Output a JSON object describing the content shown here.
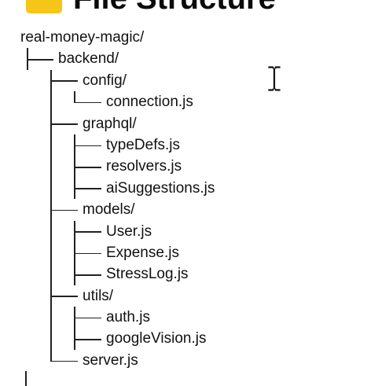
{
  "heading": {
    "icon": "folder-icon",
    "text": "File Structure"
  },
  "tree": {
    "root": "real-money-magic/",
    "rows": [
      {
        "label": "backend/",
        "depth": 1,
        "last": false,
        "type": "folder"
      },
      {
        "label": "config/",
        "depth": 2,
        "last": false,
        "type": "folder"
      },
      {
        "label": "connection.js",
        "depth": 3,
        "last": true,
        "type": "file"
      },
      {
        "label": "graphql/",
        "depth": 2,
        "last": false,
        "type": "folder"
      },
      {
        "label": "typeDefs.js",
        "depth": 3,
        "last": false,
        "type": "file"
      },
      {
        "label": "resolvers.js",
        "depth": 3,
        "last": false,
        "type": "file"
      },
      {
        "label": "aiSuggestions.js",
        "depth": 3,
        "last": false,
        "type": "file"
      },
      {
        "label": "models/",
        "depth": 2,
        "last": false,
        "type": "folder"
      },
      {
        "label": "User.js",
        "depth": 3,
        "last": false,
        "type": "file"
      },
      {
        "label": "Expense.js",
        "depth": 3,
        "last": false,
        "type": "file"
      },
      {
        "label": "StressLog.js",
        "depth": 3,
        "last": false,
        "type": "file"
      },
      {
        "label": "utils/",
        "depth": 2,
        "last": false,
        "type": "folder"
      },
      {
        "label": "auth.js",
        "depth": 3,
        "last": false,
        "type": "file"
      },
      {
        "label": "googleVision.js",
        "depth": 3,
        "last": false,
        "type": "file"
      },
      {
        "label": "server.js",
        "depth": 2,
        "last": true,
        "type": "file"
      }
    ]
  },
  "cursor": {
    "icon": "text-cursor-icon"
  },
  "colors": {
    "folder": "#f5c518",
    "text": "#111111",
    "background": "#ffffff"
  }
}
